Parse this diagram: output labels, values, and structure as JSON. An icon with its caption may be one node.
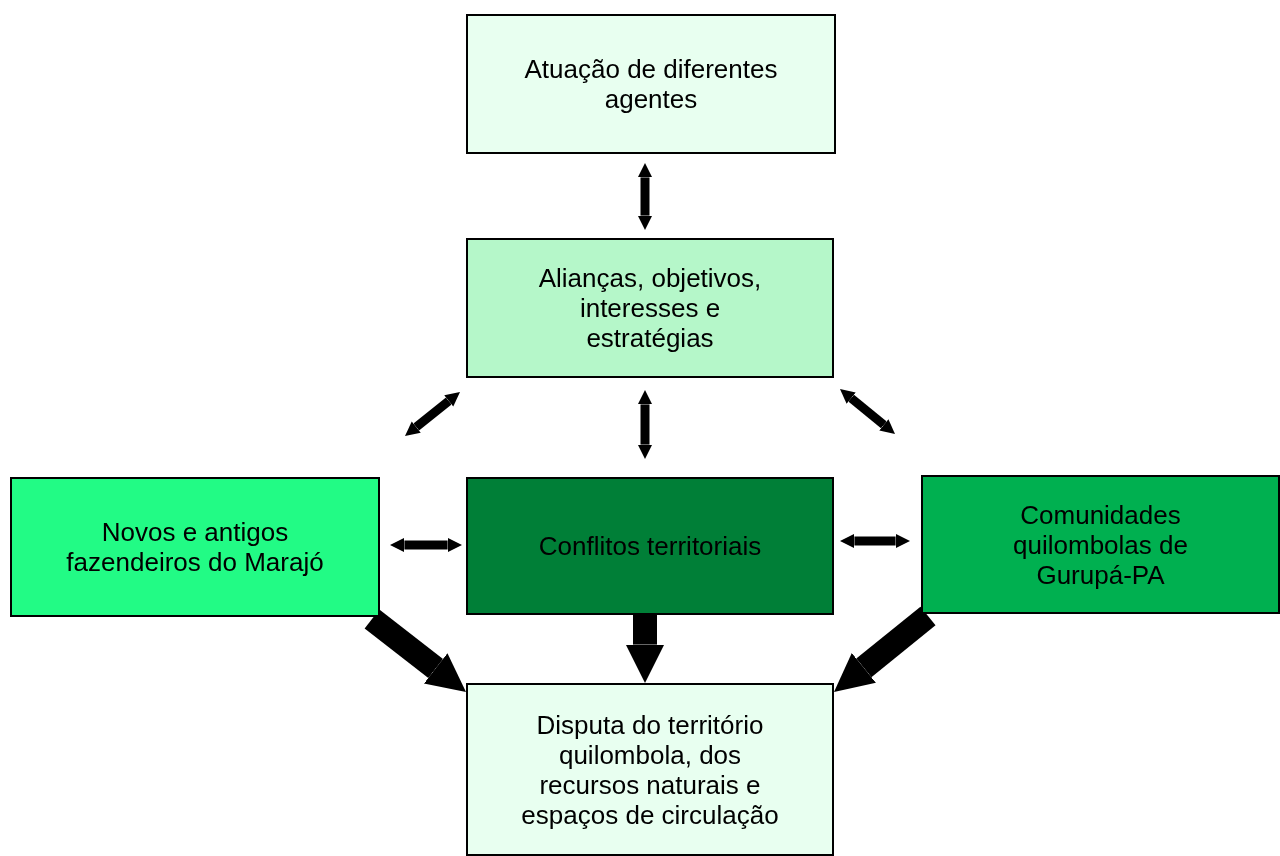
{
  "diagram": {
    "nodes": [
      {
        "text": [
          "Atuação de diferentes agentes"
        ]
      },
      {
        "text": [
          "Alianças, objetivos, interesses e estratégias"
        ]
      },
      {
        "text": [
          "Novos e antigos fazendeiros do Marajó"
        ]
      },
      {
        "text": [
          "Conflitos territoriais"
        ]
      },
      {
        "text": [
          "Comunidades quilombolas de Gurupá-PA"
        ]
      },
      {
        "text": [
          "Disputa do território quilombola, dos recursos naturais e espaços de circulação"
        ]
      }
    ],
    "edges": [
      {
        "from": 0,
        "to": 1,
        "arrow": "both"
      },
      {
        "from": 1,
        "to": 2,
        "arrow": "both"
      },
      {
        "from": 1,
        "to": 3,
        "arrow": "both"
      },
      {
        "from": 1,
        "to": 4,
        "arrow": "both"
      },
      {
        "from": 2,
        "to": 3,
        "arrow": "both"
      },
      {
        "from": 3,
        "to": 4,
        "arrow": "both"
      },
      {
        "from": 2,
        "to": 5,
        "arrow": "to",
        "style": "thick"
      },
      {
        "from": 3,
        "to": 5,
        "arrow": "to",
        "style": "thick"
      },
      {
        "from": 4,
        "to": 5,
        "arrow": "to",
        "style": "thick"
      }
    ]
  }
}
